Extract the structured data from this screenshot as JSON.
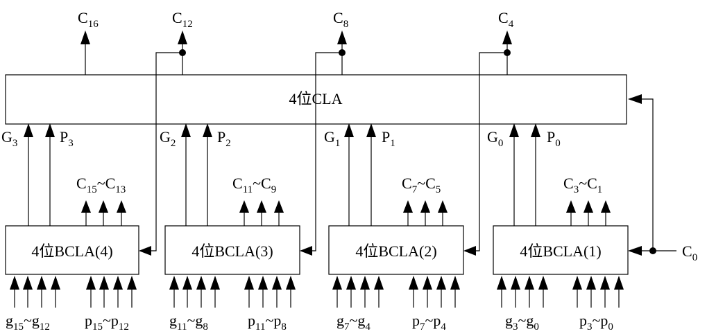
{
  "diagram": {
    "cla_label": "4位CLA",
    "carry_in": {
      "main": "C",
      "sub": "0"
    },
    "carry_outputs": [
      {
        "main": "C",
        "sub": "16"
      },
      {
        "main": "C",
        "sub": "12"
      },
      {
        "main": "C",
        "sub": "8"
      },
      {
        "main": "C",
        "sub": "4"
      }
    ],
    "bcla_blocks": [
      {
        "label": "4位BCLA(4)",
        "G": {
          "main": "G",
          "sub": "3"
        },
        "P": {
          "main": "P",
          "sub": "3"
        },
        "carries": {
          "a": "C",
          "a_sub": "15",
          "sep": "~",
          "b": "C",
          "b_sub": "13"
        },
        "g_inputs": {
          "a": "g",
          "a_sub": "15",
          "sep": "~",
          "b": "g",
          "b_sub": "12"
        },
        "p_inputs": {
          "a": "p",
          "a_sub": "15",
          "sep": "~",
          "b": "p",
          "b_sub": "12"
        }
      },
      {
        "label": "4位BCLA(3)",
        "G": {
          "main": "G",
          "sub": "2"
        },
        "P": {
          "main": "P",
          "sub": "2"
        },
        "carries": {
          "a": "C",
          "a_sub": "11",
          "sep": "~",
          "b": "C",
          "b_sub": "9"
        },
        "g_inputs": {
          "a": "g",
          "a_sub": "11",
          "sep": "~",
          "b": "g",
          "b_sub": "8"
        },
        "p_inputs": {
          "a": "p",
          "a_sub": "11",
          "sep": "~",
          "b": "p",
          "b_sub": "8"
        }
      },
      {
        "label": "4位BCLA(2)",
        "G": {
          "main": "G",
          "sub": "1"
        },
        "P": {
          "main": "P",
          "sub": "1"
        },
        "carries": {
          "a": "C",
          "a_sub": "7",
          "sep": "~",
          "b": "C",
          "b_sub": "5"
        },
        "g_inputs": {
          "a": "g",
          "a_sub": "7",
          "sep": "~",
          "b": "g",
          "b_sub": "4"
        },
        "p_inputs": {
          "a": "p",
          "a_sub": "7",
          "sep": "~",
          "b": "p",
          "b_sub": "4"
        }
      },
      {
        "label": "4位BCLA(1)",
        "G": {
          "main": "G",
          "sub": "0"
        },
        "P": {
          "main": "P",
          "sub": "0"
        },
        "carries": {
          "a": "C",
          "a_sub": "3",
          "sep": "~",
          "b": "C",
          "b_sub": "1"
        },
        "g_inputs": {
          "a": "g",
          "a_sub": "3",
          "sep": "~",
          "b": "g",
          "b_sub": "0"
        },
        "p_inputs": {
          "a": "p",
          "a_sub": "3",
          "sep": "~",
          "b": "p",
          "b_sub": "0"
        }
      }
    ]
  }
}
